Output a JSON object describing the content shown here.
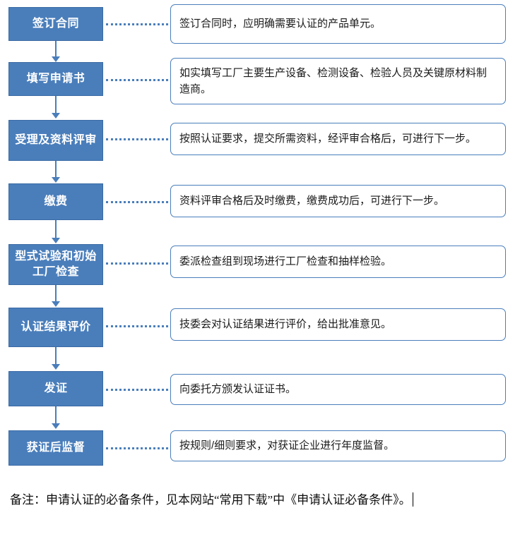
{
  "diagram": {
    "type": "flowchart",
    "title": "",
    "colors": {
      "step_fill": "#4a7ebb",
      "step_border": "#3a6aa5",
      "step_text": "#ffffff",
      "note_border": "#4a7ebb",
      "note_fill": "#ffffff",
      "connector": "#4a7ebb"
    },
    "steps": [
      {
        "label": "签订合同",
        "note": "签订合同时，应明确需要认证的产品单元。"
      },
      {
        "label": "填写申请书",
        "note": "如实填写工厂主要生产设备、检测设备、检验人员及关键原材料制造商。"
      },
      {
        "label": "受理及资料评审",
        "note": "按照认证要求，提交所需资料，经评审合格后，可进行下一步。"
      },
      {
        "label": "缴费",
        "note": "资料评审合格后及时缴费，缴费成功后，可进行下一步。"
      },
      {
        "label": "型式试验和初始工厂检查",
        "note": "委派检查组到现场进行工厂检查和抽样检验。"
      },
      {
        "label": "认证结果评价",
        "note": "技委会对认证结果进行评价，给出批准意见。"
      },
      {
        "label": "发证",
        "note": "向委托方颁发认证证书。"
      },
      {
        "label": "获证后监督",
        "note": "按规则/细则要求，对获证企业进行年度监督。"
      }
    ],
    "footnote": "备注：申请认证的必备条件，见本网站“常用下载”中《申请认证必备条件》。"
  }
}
